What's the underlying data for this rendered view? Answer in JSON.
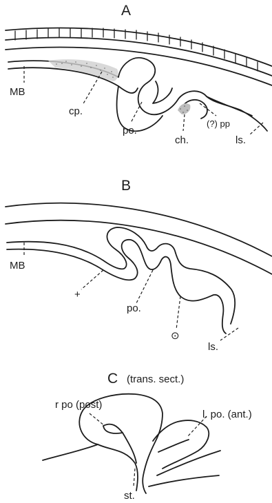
{
  "panels": {
    "a": {
      "letter": "A",
      "labels": {
        "mb": "MB",
        "cp": "cp.",
        "po": "po.",
        "ch": "ch.",
        "pp": "(?) pp",
        "ls": "ls."
      }
    },
    "b": {
      "letter": "B",
      "labels": {
        "mb": "MB",
        "plus": "+",
        "po": "po.",
        "circle": "⊙",
        "ls": "ls."
      }
    },
    "c": {
      "letter": "C",
      "subtitle": "(trans. sect.)",
      "labels": {
        "rpo": "r po (post)",
        "lpo": "l. po. (ant.)",
        "st": "st."
      }
    }
  }
}
